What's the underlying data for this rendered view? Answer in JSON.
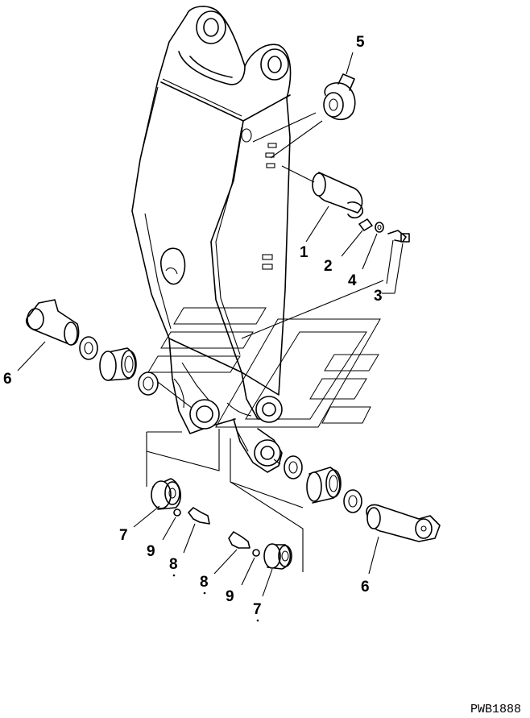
{
  "callouts": {
    "c1": "1",
    "c2": "2",
    "c3": "3",
    "c4": "4",
    "c5": "5",
    "c6_left": "6",
    "c6_right": "6",
    "c7_left": "7",
    "c7_right": "7",
    "c8_left": "8",
    "c8_right": "8",
    "c9_left": "9",
    "c9_right": "9"
  },
  "drawing_code": "PWB1888"
}
